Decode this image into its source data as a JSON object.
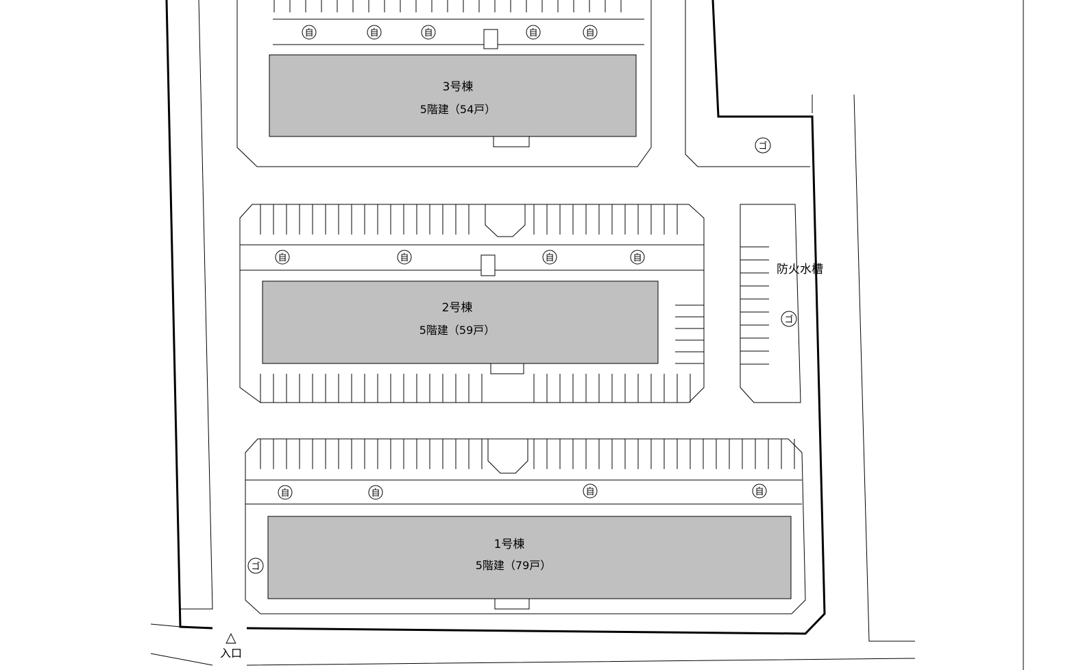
{
  "buildings": [
    {
      "name": "3号棟",
      "floors": "5階建（54戸）"
    },
    {
      "name": "2号棟",
      "floors": "5階建（59戸）"
    },
    {
      "name": "1号棟",
      "floors": "5階建（79戸）"
    }
  ],
  "labels": {
    "fire_tank": "防火水槽",
    "entrance": "入口",
    "entrance_mark": "△",
    "garbage": "ゴ",
    "bicycle": "自"
  }
}
